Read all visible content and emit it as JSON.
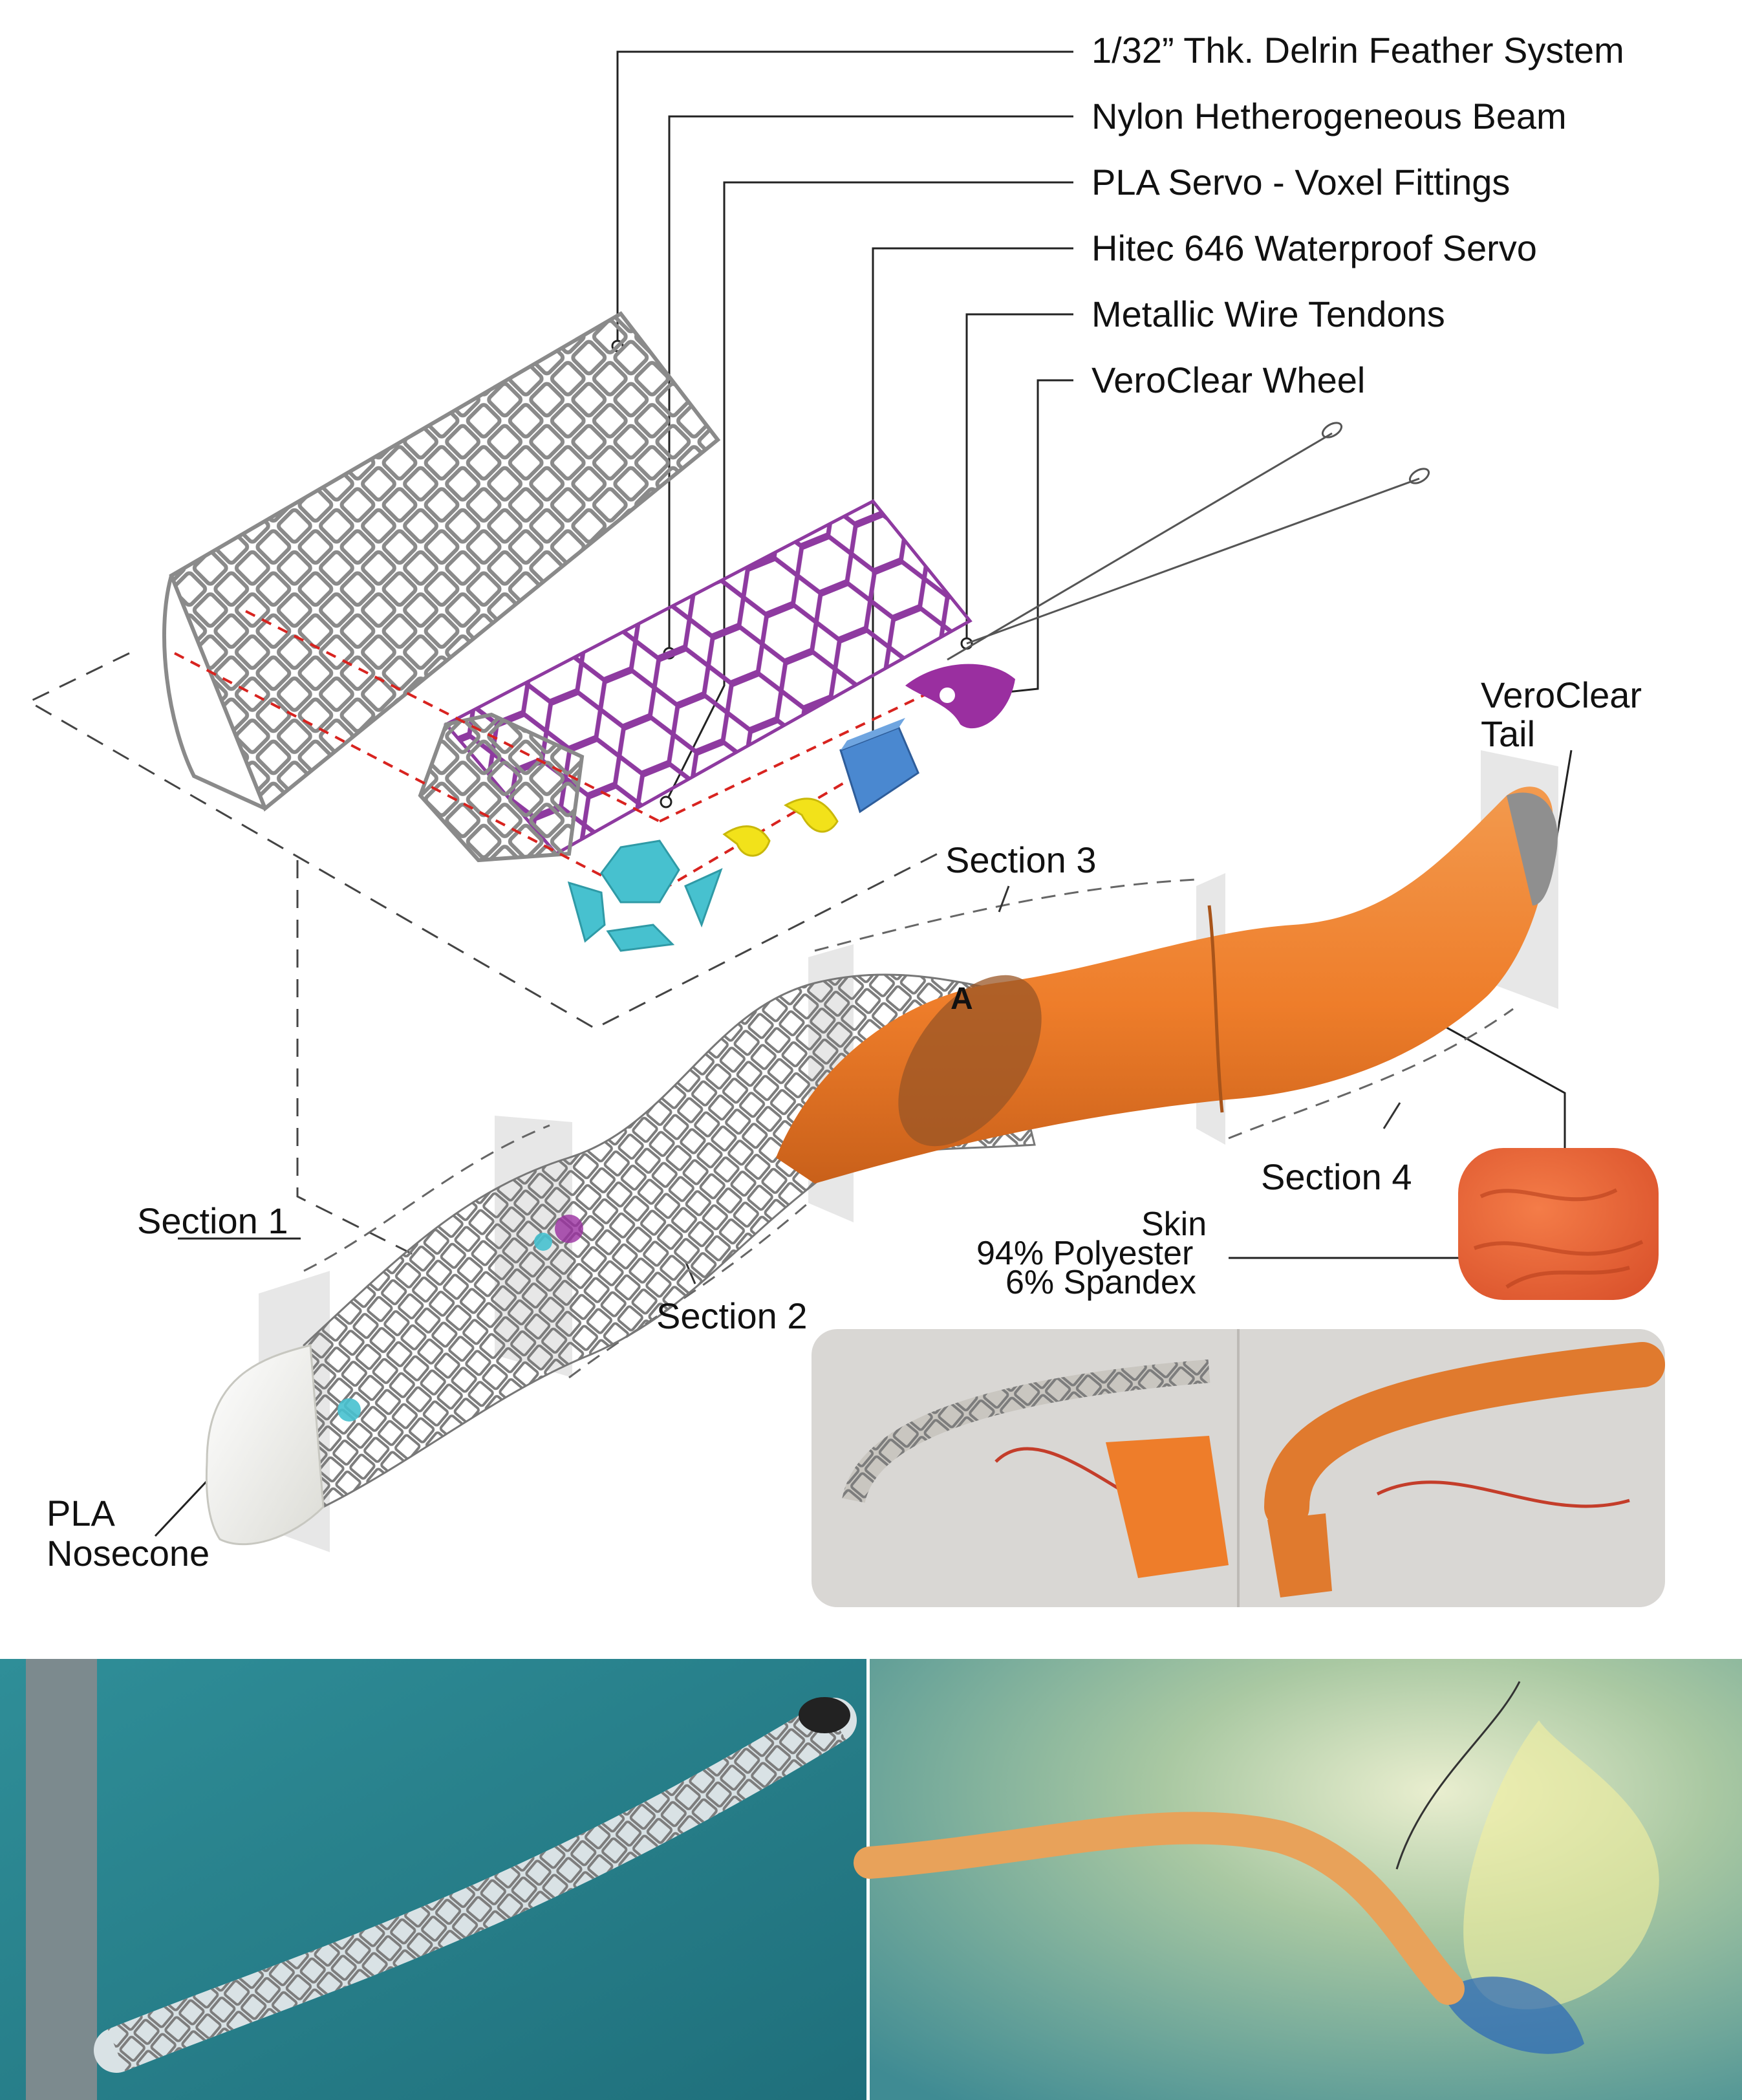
{
  "callouts": [
    "1/32” Thk. Delrin Feather System",
    "Nylon Hetherogeneous Beam",
    "PLA Servo - Voxel Fittings",
    "Hitec 646 Waterproof Servo",
    "Metallic Wire Tendons",
    "VeroClear Wheel"
  ],
  "tail": {
    "line1": "VeroClear",
    "line2": "Tail"
  },
  "nose": {
    "line1": "PLA",
    "line2": "Nosecone"
  },
  "sections": [
    "Section 1",
    "Section 2",
    "Section 3",
    "Section 4"
  ],
  "skin": {
    "line1": "Skin",
    "line2": "94% Polyester",
    "line3": "6% Spandex"
  },
  "marker": "A",
  "colors": {
    "lattice": "#8a8a8a",
    "beam": "#8e3aa0",
    "servo": "#4a88d0",
    "fitting": "#f2e21a",
    "wheel": "#9a2fa0",
    "nose_plates": "#47c1cf",
    "skin": "#ee7d2a",
    "tendon_dash": "#d8231f",
    "pool": "#2a7b86"
  }
}
